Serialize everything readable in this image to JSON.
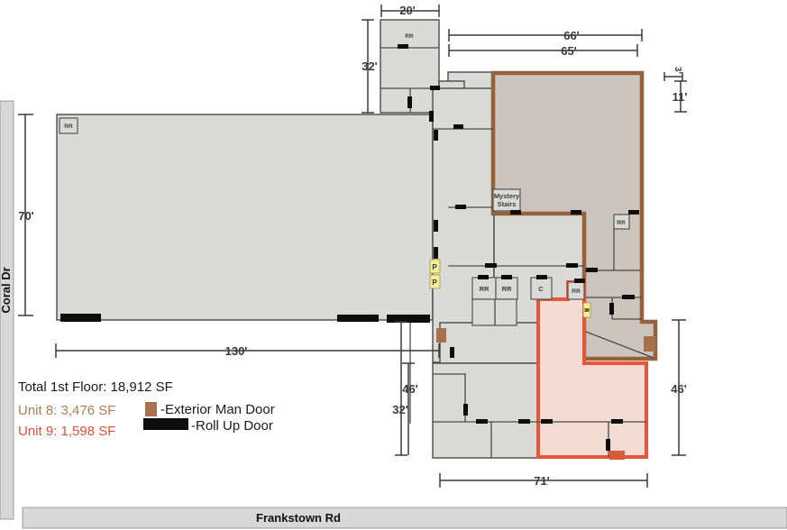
{
  "roads": {
    "left_label": "Coral Dr",
    "bottom_label": "Frankstown Rd"
  },
  "legend": {
    "total": "Total 1st Floor: 18,912 SF",
    "unit8": "Unit 8: 3,476 SF",
    "unit9": "Unit 9: 1,598 SF",
    "exterior_man_door": "-Exterior Man Door",
    "roll_up_door": "-Roll Up Door"
  },
  "labels": {
    "rr": "RR",
    "c": "C",
    "p": "P",
    "mystery_line1": "Mystery",
    "mystery_line2": "Stairs"
  },
  "dimensions": {
    "top_small": "20'",
    "top_building_height": "32'",
    "upper_span_a": "66'",
    "upper_span_b": "65'",
    "right_tiny": "3'",
    "right_upper": "11'",
    "left_height": "70'",
    "bottom_left_span": "130'",
    "mid_height_a": "46'",
    "mid_height_b": "32'",
    "right_lower_height": "46'",
    "bottom_center_span": "71'"
  },
  "colors": {
    "unit8_border": "#96613C",
    "unit8_fill": "#CDC4BE",
    "unit8_text": "#B17C57",
    "unit9_border": "#E8563A",
    "unit9_fill": "#F3DAD2",
    "unit9_text": "#E2503A",
    "building_fill": "#DADAD8",
    "road_fill": "#D8D8D8",
    "door_black": "#0D0D0D",
    "man_door": "#A9714B",
    "parking_yellow": "#F2EE9D"
  }
}
